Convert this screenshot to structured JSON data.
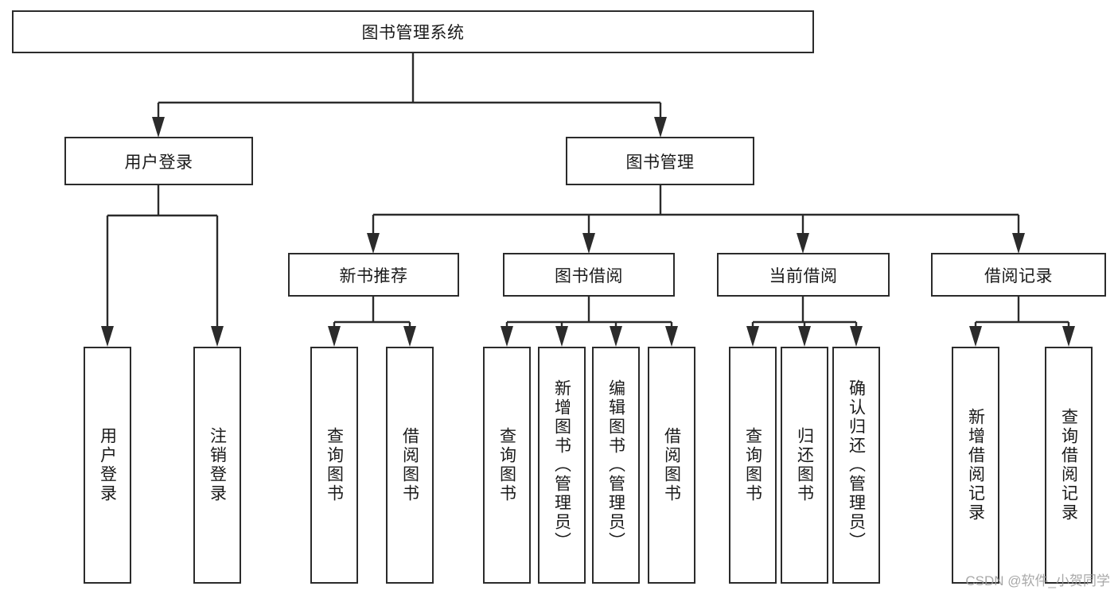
{
  "diagram": {
    "title": "图书管理系统",
    "type": "tree",
    "watermark": "CSDN @软件_小贺同学",
    "nodes": {
      "root": {
        "label": "图书管理系统",
        "level": 0,
        "orientation": "horizontal"
      },
      "user_login": {
        "label": "用户登录",
        "level": 1,
        "orientation": "horizontal"
      },
      "book_manage": {
        "label": "图书管理",
        "level": 1,
        "orientation": "horizontal"
      },
      "new_book_rec": {
        "label": "新书推荐",
        "level": 2,
        "orientation": "horizontal"
      },
      "book_borrow": {
        "label": "图书借阅",
        "level": 2,
        "orientation": "horizontal"
      },
      "current_borrow": {
        "label": "当前借阅",
        "level": 2,
        "orientation": "horizontal"
      },
      "borrow_record": {
        "label": "借阅记录",
        "level": 2,
        "orientation": "horizontal"
      },
      "leaf_user_login": {
        "label": "用户登录",
        "level": 3,
        "orientation": "vertical"
      },
      "leaf_logout": {
        "label": "注销登录",
        "level": 3,
        "orientation": "vertical"
      },
      "leaf_query_book_1": {
        "label": "查询图书",
        "level": 3,
        "orientation": "vertical"
      },
      "leaf_borrow_book_1": {
        "label": "借阅图书",
        "level": 3,
        "orientation": "vertical"
      },
      "leaf_query_book_2": {
        "label": "查询图书",
        "level": 3,
        "orientation": "vertical"
      },
      "leaf_add_book": {
        "label": "新增图书（管理员）",
        "level": 3,
        "orientation": "vertical"
      },
      "leaf_edit_book": {
        "label": "编辑图书（管理员）",
        "level": 3,
        "orientation": "vertical"
      },
      "leaf_borrow_book_2": {
        "label": "借阅图书",
        "level": 3,
        "orientation": "vertical"
      },
      "leaf_query_book_3": {
        "label": "查询图书",
        "level": 3,
        "orientation": "vertical"
      },
      "leaf_return_book": {
        "label": "归还图书",
        "level": 3,
        "orientation": "vertical"
      },
      "leaf_confirm_return": {
        "label": "确认归还（管理员）",
        "level": 3,
        "orientation": "vertical"
      },
      "leaf_add_record": {
        "label": "新增借阅记录",
        "level": 3,
        "orientation": "vertical"
      },
      "leaf_query_record": {
        "label": "查询借阅记录",
        "level": 3,
        "orientation": "vertical"
      }
    },
    "colors": {
      "stroke": "#2b2b2b",
      "fill": "#ffffff",
      "text": "#1a1a1a",
      "watermark": "#9a9a9a"
    }
  }
}
